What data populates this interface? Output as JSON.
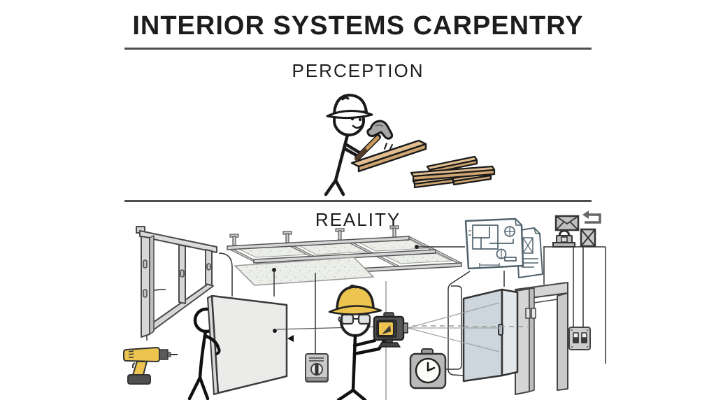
{
  "header": {
    "title": "INTERIOR SYSTEMS CARPENTRY"
  },
  "sections": {
    "perception_label": "PERCEPTION",
    "reality_label": "REALITY"
  },
  "colors": {
    "ink": "#1a1a1a",
    "divider_gray": "#4e4e4e",
    "wood_top": "#e0be8f",
    "wood_front": "#cfa571",
    "hammer_head_gray": "#a6a6a6",
    "hard_hat_white": "#ffffff",
    "hard_hat_yellow": "#ecc44f",
    "steel_light": "#d6d6d6",
    "steel_outline": "#4a4a4a",
    "ceiling_tile": "#eceee9",
    "drywall_panel": "#ebebe9",
    "door_leaf_blue_gray": "#ccd6dc",
    "blueprint_line": "#51646e",
    "laser_line_gray": "#9a9a9a",
    "device_dark_gray": "#555555"
  },
  "perception_scene": {
    "caption": "Stick figure in white hard hat hammering a nail into a wood plank beside a pile of crossed planks",
    "elements": [
      "stick-figure",
      "white-hard-hat",
      "hammer",
      "nailed-plank",
      "wood-plank-pile",
      "motion-lines"
    ]
  },
  "reality_scene": {
    "caption": "Worker with yellow hard hat and goggles holding a laser level among metal stud framing, suspended ceiling grid, drywall panel, door frame, blueprints, tools and wiring callouts",
    "elements": [
      "metal-stud-wall",
      "cordless-drill",
      "drywall-carrier-figure",
      "drywall-panel",
      "suspended-ceiling-grid",
      "ceiling-tiles",
      "ceiling-hangers",
      "detached-ceiling-tile",
      "laser-level",
      "worker-figure",
      "safety-goggles",
      "wall-junction-box",
      "stopwatch",
      "door-leaf",
      "door-frame",
      "hinges",
      "light-switch-plate",
      "blueprints",
      "envelope-icon",
      "return-arrow-icon",
      "padlock-icon",
      "crate-x-icon",
      "callout-lines",
      "laser-beams"
    ]
  }
}
